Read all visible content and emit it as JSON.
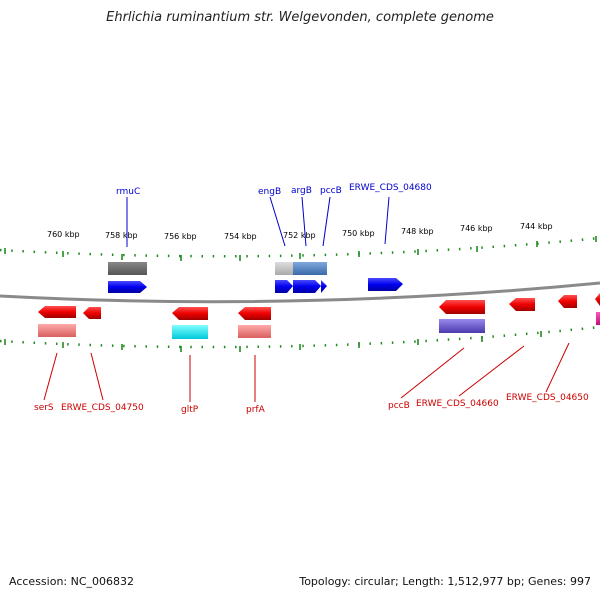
{
  "title": "Ehrlichia ruminantium str. Welgevonden, complete genome",
  "accession_text": "Accession: NC_006832",
  "topology_text": "Topology: circular; Length: 1,512,977 bp; Genes: 997",
  "scale_labels": [
    "760 kbp",
    "758 kbp",
    "756 kbp",
    "754 kbp",
    "752 kbp",
    "750 kbp",
    "748 kbp",
    "746 kbp",
    "744 kbp"
  ],
  "forward_genes": [
    {
      "name": "rmuC",
      "color": "#0000ee"
    },
    {
      "name": "engB",
      "color": "#0000ee"
    },
    {
      "name": "argB",
      "color": "#0000ee"
    },
    {
      "name": "pccB",
      "color": "#0000ee"
    },
    {
      "name": "ERWE_CDS_04680",
      "color": "#0000ee"
    }
  ],
  "reverse_genes": [
    {
      "name": "serS",
      "color": "#ee0000"
    },
    {
      "name": "ERWE_CDS_04750",
      "color": "#ee0000"
    },
    {
      "name": "gltP",
      "color": "#ee0000"
    },
    {
      "name": "prfA",
      "color": "#ee0000"
    },
    {
      "name": "pccB",
      "color": "#ee0000"
    },
    {
      "name": "ERWE_CDS_04660",
      "color": "#ee0000"
    },
    {
      "name": "ERWE_CDS_04650",
      "color": "#ee0000"
    }
  ],
  "colors": {
    "forward_cds": "#0000ee",
    "reverse_cds": "#ee0000",
    "tick": "#228b22",
    "backbone": "#888888",
    "cog_gray": "#666666",
    "cog_blue": "#4a7fc1",
    "cog_pink": "#f08080",
    "cog_cyan": "#00e5ee",
    "cog_purple": "#6a5acd",
    "cog_magenta": "#ee1493"
  }
}
